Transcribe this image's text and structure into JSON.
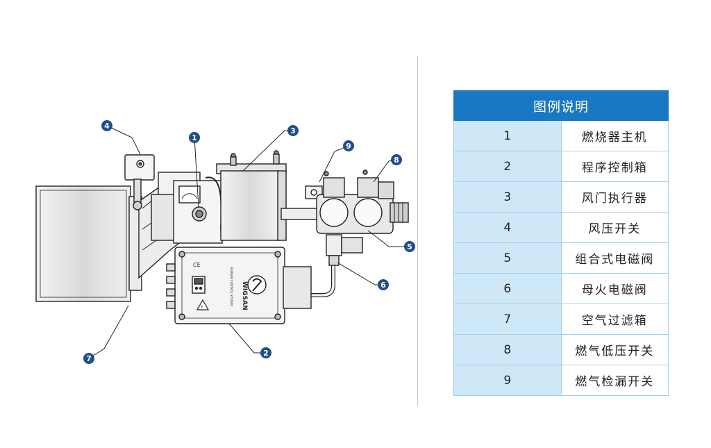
{
  "legend": {
    "title": "图例说明",
    "rows": [
      {
        "num": "1",
        "name": "燃烧器主机"
      },
      {
        "num": "2",
        "name": "程序控制箱"
      },
      {
        "num": "3",
        "name": "风门执行器"
      },
      {
        "num": "4",
        "name": "风压开关"
      },
      {
        "num": "5",
        "name": "组合式电磁阀"
      },
      {
        "num": "6",
        "name": "母火电磁阀"
      },
      {
        "num": "7",
        "name": "空气过滤箱"
      },
      {
        "num": "8",
        "name": "燃气低压开关"
      },
      {
        "num": "9",
        "name": "燃气检漏开关"
      }
    ]
  },
  "device": {
    "brand": "WIGSAN",
    "subtitle": "BURNER CONTROL SYSTEM",
    "ce_mark": "CE",
    "warning_symbol": "⚡"
  },
  "colors": {
    "header_blue": "#1a78c2",
    "callout_blue": "#1f4e8c",
    "cell_blue": "#cfe8f7",
    "border_blue": "#9fcfea"
  },
  "callouts": [
    "1",
    "2",
    "3",
    "4",
    "5",
    "6",
    "7",
    "8",
    "9"
  ]
}
